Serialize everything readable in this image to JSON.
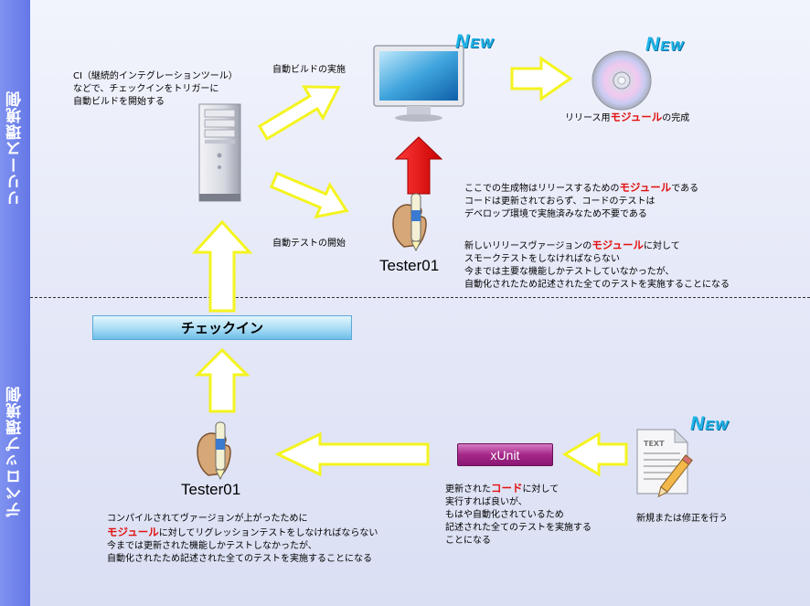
{
  "sidebar": {
    "release_side": "リリース環境側",
    "dev_side": "デベロップ環境側"
  },
  "release": {
    "ci_note": [
      "CI（継続的インテグレーションツール）",
      "などで、チェックインをトリガーに",
      "自動ビルドを開始する"
    ],
    "auto_build_label": "自動ビルドの実施",
    "auto_test_label": "自動テストの開始",
    "release_done": {
      "pre": "リリース用",
      "highlight": "モジュール",
      "post": "の完成"
    },
    "tester_name": "Tester01",
    "note_artifact": {
      "l1_pre": "ここでの生成物はリリースするための",
      "l1_highlight": "モジュール",
      "l1_post": "である",
      "l2": "コードは更新されておらず、コードのテストは",
      "l3": "デベロップ環境で実施済みなため不要である"
    },
    "note_smoke": {
      "l1_pre": "新しいリリースヴァージョンの",
      "l1_highlight": "モジュール",
      "l1_post": "に対して",
      "l2": "スモークテストをしなければならない",
      "l3": "今までは主要な機能しかテストしていなかったが、",
      "l4": "自動化されたため記述された全てのテストを実施することになる"
    }
  },
  "dev": {
    "checkin_label": "チェックイン",
    "tester_name": "Tester01",
    "xunit_label": "xUnit",
    "new_or_edit": "新規または修正を行う",
    "note_xunit": {
      "l1_pre": "更新された",
      "l1_highlight": "コード",
      "l1_post": "に対して",
      "l2": "実行すれば良いが、",
      "l3": "もはや自動化されているため",
      "l4": "記述された全てのテストを実施する",
      "l5": "ことになる"
    },
    "note_regression": {
      "l1": "コンパイルされてヴァージョンが上がったために",
      "l2_highlight": "モジュール",
      "l2_post": "に対してリグレッションテストをしなければならない",
      "l3": "今までは更新された機能しかテストしなかったが、",
      "l4": "自動化されたため記述された全てのテストを実施することになる"
    }
  },
  "badges": {
    "new_big": "N",
    "new_small": "EW"
  },
  "icons": {
    "server": "server-tower-icon",
    "monitor": "monitor-icon",
    "cd": "cd-disc-icon",
    "tester": "hand-pen-icon",
    "document": "document-pencil-icon"
  },
  "colors": {
    "arrow_fill": "#ffffff",
    "arrow_stroke": "#f4f41f",
    "red_arrow": "#e80000",
    "highlight": "#e31010",
    "sidebar": "#7283ec"
  }
}
